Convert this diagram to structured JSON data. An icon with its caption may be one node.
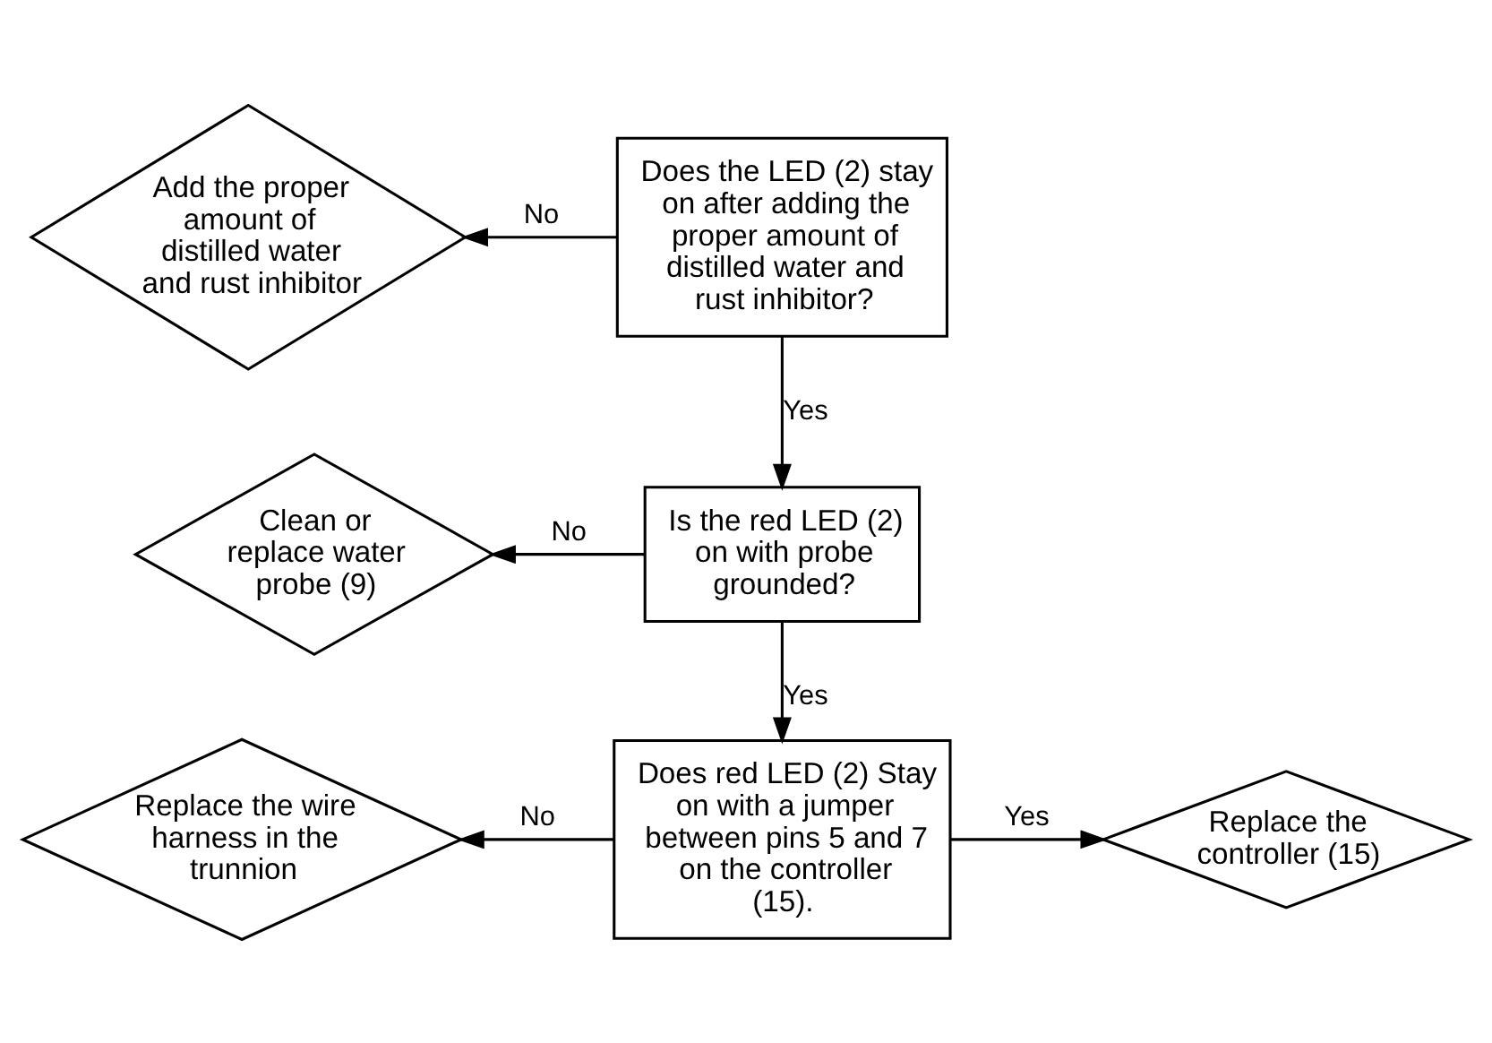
{
  "diagram": {
    "nodes": [
      {
        "text": [
          "Add the proper amount of distilled water and rust inhibitor"
        ]
      },
      {
        "text": [
          "Does the LED (2) stay on after adding the proper amount of distilled water and rust inhibitor?"
        ]
      },
      {
        "text": [
          "Clean or replace water probe (9)"
        ]
      },
      {
        "text": [
          "Is the red LED (2) on with probe grounded?"
        ]
      },
      {
        "text": [
          "Replace the wire harness in the trunnion"
        ]
      },
      {
        "text": [
          "Does red LED (2) Stay on with a jumper between pins 5 and 7 on the controller (15)."
        ]
      },
      {
        "text": [
          "Replace the controller (15)"
        ]
      }
    ],
    "edges": [
      {
        "from": 1,
        "to": 0,
        "arrow": "to",
        "label": "No"
      },
      {
        "from": 1,
        "to": 3,
        "arrow": "to",
        "label": "Yes"
      },
      {
        "from": 3,
        "to": 2,
        "arrow": "to",
        "label": "No"
      },
      {
        "from": 3,
        "to": 5,
        "arrow": "to",
        "label": "Yes"
      },
      {
        "from": 5,
        "to": 4,
        "arrow": "to",
        "label": "No"
      },
      {
        "from": 5,
        "to": 6,
        "arrow": "to",
        "label": "Yes"
      }
    ]
  }
}
